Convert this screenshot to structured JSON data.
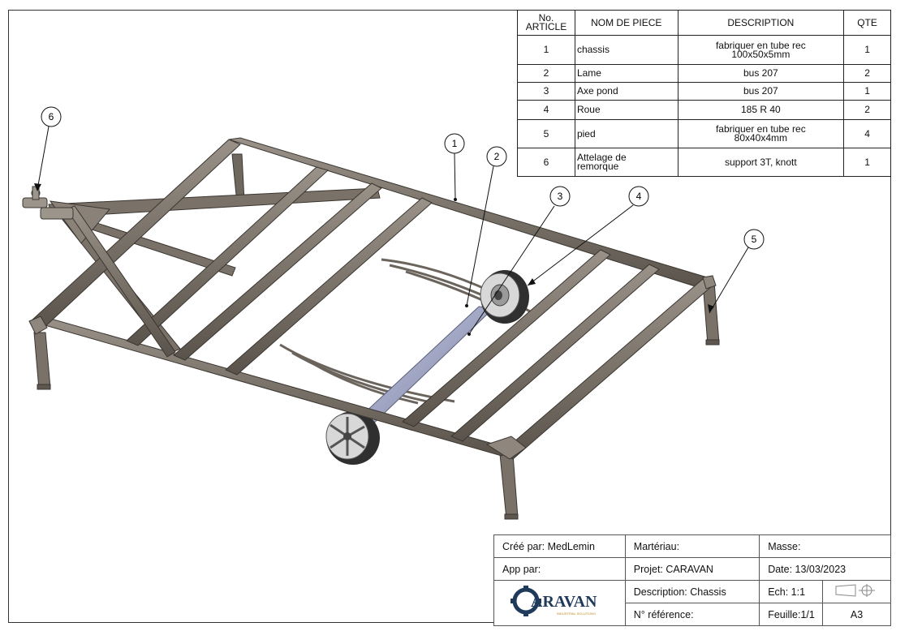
{
  "bom": {
    "headers": {
      "article": "No.\nARTICLE",
      "article_l1": "No.",
      "article_l2": "ARTICLE",
      "name": "NOM DE PIECE",
      "description": "DESCRIPTION",
      "qty": "QTE"
    },
    "rows": [
      {
        "no": "1",
        "name": "chassis",
        "desc1": "fabriquer en tube rec",
        "desc2": "100x50x5mm",
        "qty": "1"
      },
      {
        "no": "2",
        "name": "Lame",
        "desc1": "bus 207",
        "desc2": "",
        "qty": "2"
      },
      {
        "no": "3",
        "name": "Axe pond",
        "desc1": "bus 207",
        "desc2": "",
        "qty": "1"
      },
      {
        "no": "4",
        "name": "Roue",
        "desc1": "185 R 40",
        "desc2": "",
        "qty": "2"
      },
      {
        "no": "5",
        "name": "pied",
        "desc1": "fabriquer en tube rec",
        "desc2": "80x40x4mm",
        "qty": "4"
      },
      {
        "no": "6",
        "name1": "Attelage de",
        "name2": "remorque",
        "desc1": "support 3T, knott",
        "desc2": "",
        "qty": "1"
      }
    ]
  },
  "balloons": [
    "1",
    "2",
    "3",
    "4",
    "5",
    "6"
  ],
  "title_block": {
    "created_by": "Créé par: MedLemin",
    "material": "Martériau:",
    "mass": "Masse:",
    "approved_by": "App par:",
    "project": "Projet:  CARAVAN",
    "date": "Date: 13/03/2023",
    "description": "Description:  Chassis",
    "scale": "Ech:  1:1",
    "reference": "N° référence:",
    "sheet": "Feuille:1/1",
    "format": "A3",
    "logo_text": "ARAVAN",
    "logo_sub": "INDUSTRIAL SOLUTIONS"
  },
  "colors": {
    "frame": "#7a7268",
    "frame_dark": "#4a443d",
    "axle": "#a8aed0",
    "tire": "#3a3a3a"
  }
}
